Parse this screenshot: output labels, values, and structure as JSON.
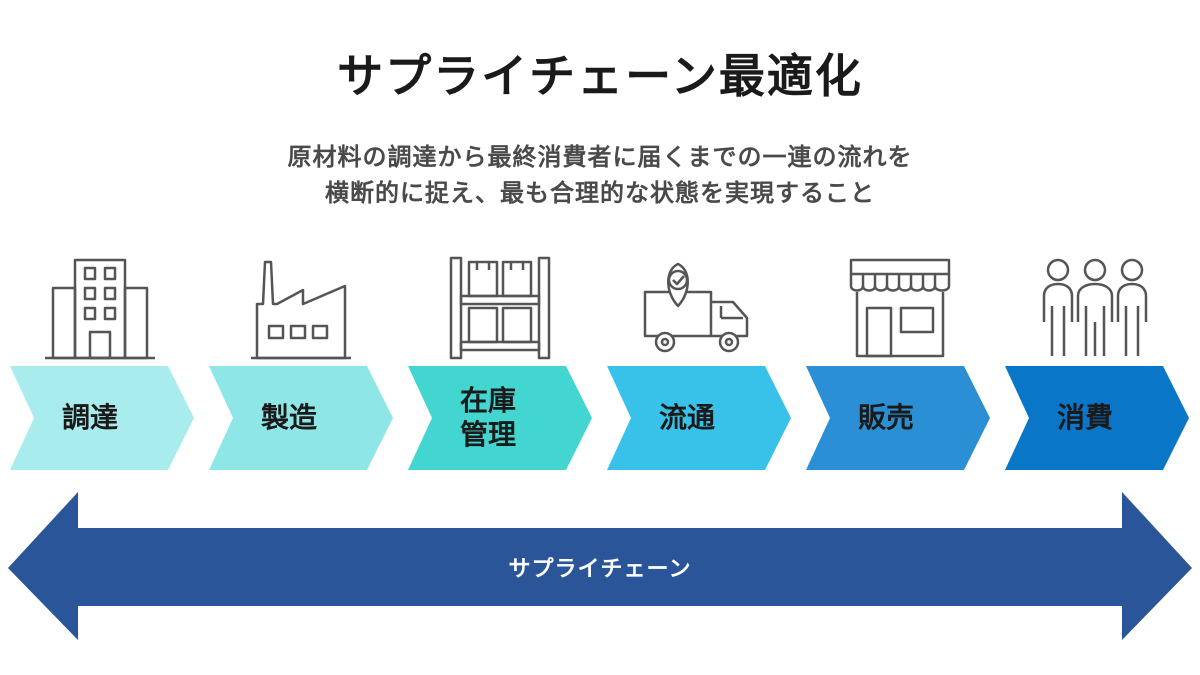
{
  "title": "サプライチェーン最適化",
  "subtitle_lines": [
    "原材料の調達から最終消費者に届くまでの一連の流れを",
    "横断的に捉え、最も合理的な状態を実現すること"
  ],
  "stages": [
    {
      "label": "調達",
      "color": "#a8ecee",
      "icon": "office-building-icon"
    },
    {
      "label": "製造",
      "color": "#8ee6e6",
      "icon": "factory-icon"
    },
    {
      "label": "在庫\n管理",
      "color": "#43d6d0",
      "icon": "warehouse-shelves-icon"
    },
    {
      "label": "流通",
      "color": "#38c2ea",
      "icon": "delivery-truck-icon"
    },
    {
      "label": "販売",
      "color": "#2b8fd6",
      "icon": "storefront-icon"
    },
    {
      "label": "消費",
      "color": "#0a76c8",
      "icon": "consumers-group-icon"
    }
  ],
  "bottom_arrow": {
    "label": "サプライチェーン",
    "color": "#2a5598"
  },
  "icon_color": "#555555"
}
